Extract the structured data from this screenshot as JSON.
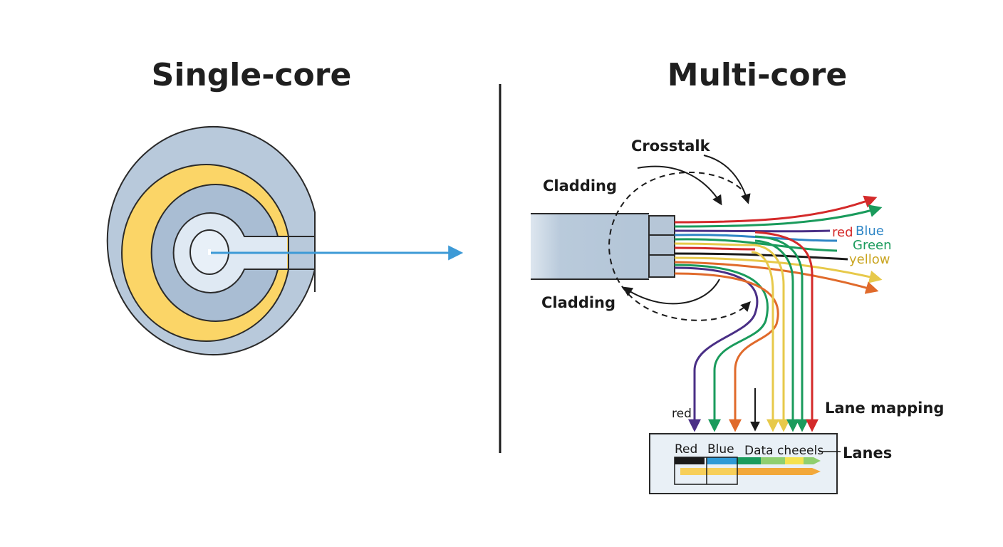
{
  "titles": {
    "single": "Single-core",
    "multi": "Multi-core"
  },
  "labels": {
    "crosstalk": "Crosstalk",
    "cladding_top": "Cladding",
    "cladding_bottom": "Cladding",
    "out_red": "red",
    "out_blue": "Blue",
    "out_green": "Green",
    "out_yellow": "yellow",
    "lane_red": "red",
    "lane_mapping": "Lane mapping",
    "lanes": "Lanes",
    "box_red": "Red",
    "box_blue": "Blue",
    "box_channels": "Data cheeels"
  },
  "colors": {
    "red": "#d42a2a",
    "blue": "#2f86c6",
    "green": "#1a9b5c",
    "yellow": "#e7c94a",
    "orange": "#e06a2b",
    "purple": "#4a2f86",
    "arrow_blue": "#3d9ad6",
    "cladding_fill": "#b8c9db",
    "core_yellow": "#fbd567",
    "panel_fill": "#e9f0f6"
  }
}
